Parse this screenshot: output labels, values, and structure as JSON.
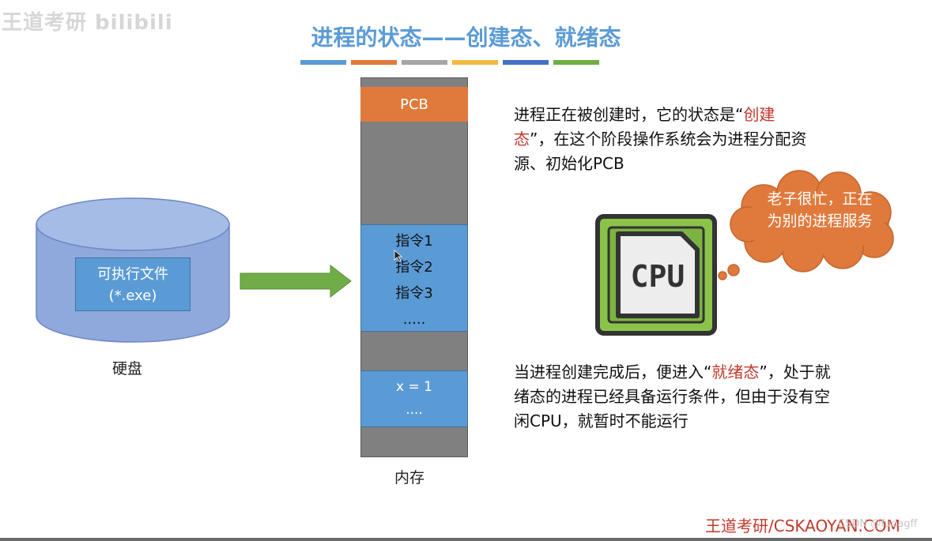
{
  "watermark": "王道考研 bilibili",
  "title": "进程的状态——创建态、就绪态",
  "title_bar_colors": [
    "#5b9bd5",
    "#e07a3c",
    "#a5a5a5",
    "#f0b940",
    "#4472c4",
    "#70ad47"
  ],
  "disk": {
    "file_line1": "可执行文件",
    "file_line2": "(*.exe)",
    "label": "硬盘"
  },
  "memory": {
    "pcb": "PCB",
    "instructions": [
      "指令1",
      "指令2",
      "指令3",
      "....."
    ],
    "data": [
      "x = 1",
      "...."
    ],
    "label": "内存"
  },
  "text_create": {
    "part1": "进程正在被创建时，它的状态是“",
    "highlight": "创建态",
    "part2": "”，在这个阶段操作系统会为进程分配资源、初始化PCB"
  },
  "text_ready": {
    "part1": "当进程创建完成后，便进入“",
    "highlight": "就绪态",
    "part2": "”，处于就绪态的进程已经具备运行条件，但由于没有空闲CPU，就暂时不能运行"
  },
  "cpu": {
    "chip_text": "CPU",
    "thought": "老子很忙，正在为别的进程服务"
  },
  "footer": {
    "brand": "王道考研/CSKAOYAN.COM",
    "csdn": "CSDN @fudagff"
  },
  "colors": {
    "title": "#5b9bd5",
    "highlight": "#c0392b",
    "cloud": "#e07a3c",
    "chip": "#8bc34a",
    "arrow": "#70ad47"
  }
}
